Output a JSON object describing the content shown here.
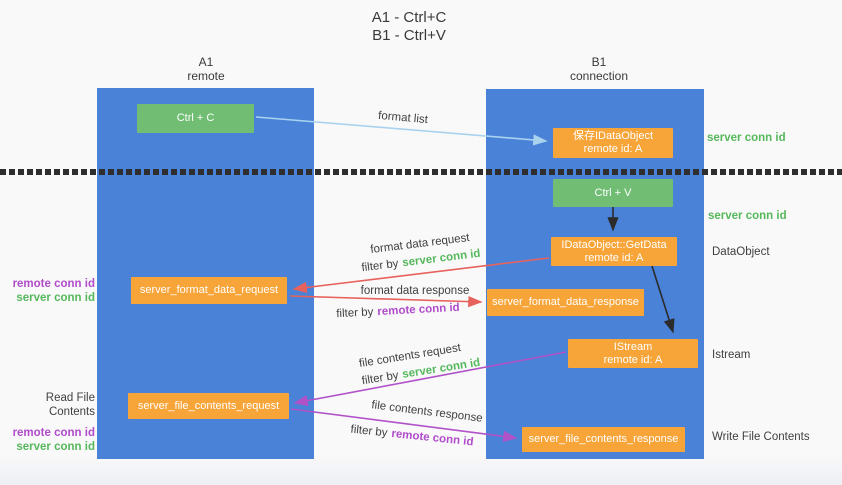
{
  "title": {
    "line1": "A1 - Ctrl+C",
    "line2": "B1 - Ctrl+V"
  },
  "columns": {
    "left": {
      "name": "A1",
      "role": "remote"
    },
    "right": {
      "name": "B1",
      "role": "connection"
    }
  },
  "nodes": {
    "ctrl_c": {
      "label": "Ctrl + C"
    },
    "ctrl_v": {
      "label": "Ctrl + V"
    },
    "save_dataobject": {
      "line1": "保存IDataObject",
      "line2": "remote id: A"
    },
    "getdata": {
      "line1": "IDataObject::GetData",
      "line2": "remote id: A"
    },
    "istream": {
      "line1": "IStream",
      "line2": "remote id: A"
    },
    "format_request": {
      "label": "server_format_data_request"
    },
    "format_response": {
      "label": "server_format_data_response"
    },
    "file_request": {
      "label": "server_file_contents_request"
    },
    "file_response": {
      "label": "server_file_contents_response"
    }
  },
  "arrow_labels": {
    "format_list": "format list",
    "format_data_request": "format data request",
    "format_data_response": "format data response",
    "file_contents_request": "file contents request",
    "file_contents_response": "file contents response",
    "filter_by": "filter by",
    "server_conn_id": "server conn id",
    "remote_conn_id": "remote conn id"
  },
  "side_labels": {
    "server_conn_id_top": "server conn id",
    "server_conn_id_mid": "server conn id",
    "dataobject": "DataObject",
    "istream": "Istream",
    "write_file_contents": "Write File Contents",
    "read_file_contents": "Read File Contents",
    "remote_conn_id": "remote conn id",
    "server_conn_id": "server conn id"
  },
  "colors": {
    "column_blue": "#4a82d8",
    "box_green": "#70bd73",
    "box_orange": "#f7a438",
    "arrow_light_blue": "#a9d2ee",
    "arrow_red": "#e7625c",
    "arrow_purple": "#b052c8",
    "arrow_black": "#2b2b2b",
    "text_green": "#56b85c",
    "text_purple": "#b14ccb"
  }
}
